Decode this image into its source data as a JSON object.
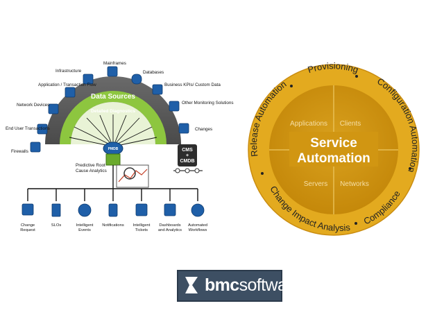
{
  "left_diagram": {
    "arc_title": "Data Sources",
    "arc_subtitle": "Detailed Diagnostics",
    "sources": [
      {
        "label": "Mainframes",
        "icon": "mainframe-icon"
      },
      {
        "label": "Infrastructure",
        "icon": "infrastructure-icon"
      },
      {
        "label": "Databases",
        "icon": "database-icon"
      },
      {
        "label": "Application / Transaction Flow",
        "icon": "application-flow-icon"
      },
      {
        "label": "Business KPIs/ Custom Data",
        "icon": "kpi-icon"
      },
      {
        "label": "Network Devices",
        "icon": "network-device-icon"
      },
      {
        "label": "Other Monitoring Solutions",
        "icon": "monitoring-icon"
      },
      {
        "label": "End User Transactions",
        "icon": "end-user-icon"
      },
      {
        "label": "Changes",
        "icon": "changes-icon"
      },
      {
        "label": "Firewalls",
        "icon": "firewall-icon"
      }
    ],
    "hub_label": "PMDB",
    "cmdb_label_1": "CMS",
    "cmdb_label_2": "+",
    "cmdb_label_3": "CMDB",
    "analytics_label_1": "Predictive Root",
    "analytics_label_2": "Cause Analytics",
    "outputs": [
      {
        "label_1": "Change",
        "label_2": "Request",
        "icon": "change-request-icon"
      },
      {
        "label_1": "SLOs",
        "label_2": "",
        "icon": "slo-icon"
      },
      {
        "label_1": "Intelligent",
        "label_2": "Events",
        "icon": "events-icon"
      },
      {
        "label_1": "Notifications",
        "label_2": "",
        "icon": "notifications-icon"
      },
      {
        "label_1": "Intelligent",
        "label_2": "Tickets",
        "icon": "tickets-icon"
      },
      {
        "label_1": "Dashboards",
        "label_2": "and Analytics",
        "icon": "dashboard-icon"
      },
      {
        "label_1": "Automated",
        "label_2": "Workflows",
        "icon": "workflow-icon"
      }
    ],
    "colors": {
      "dark_arc": "#5c5c5c",
      "green_arc": "#8dc63f",
      "icon_blue": "#1f5fa8"
    }
  },
  "right_diagram": {
    "center_line_1": "Service",
    "center_line_2": "Automation",
    "quadrants": [
      "Applications",
      "Clients",
      "Servers",
      "Networks"
    ],
    "ring_labels": {
      "top": "Provisioning",
      "right": "Configuration Automation",
      "bottom": "Change Impact Analysis",
      "bottom_right": "Compliance",
      "left": "Release Automation"
    },
    "colors": {
      "outer": "#e2a91f",
      "inner": "#c98b0c",
      "quadrant_text": "#f6dfa6"
    }
  },
  "logo": {
    "part1": "bmc",
    "part2": "software",
    "background": "#3d4f63"
  }
}
